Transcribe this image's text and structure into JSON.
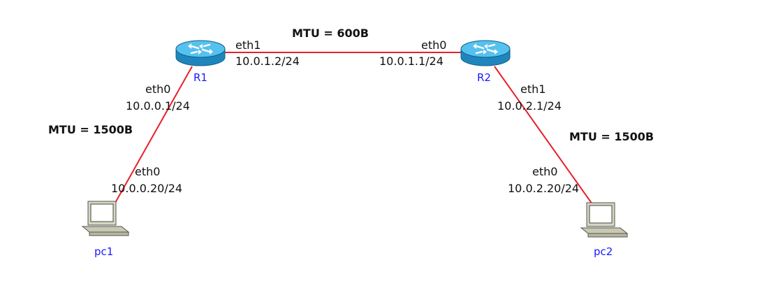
{
  "colors": {
    "link": "#e8202a",
    "router_fill": "#2a9bd6",
    "router_top": "#56c1ee",
    "node_label": "#1a1aff",
    "pc_body": "#d6d6c2"
  },
  "nodes": {
    "r1": {
      "name": "R1",
      "icon": "router-icon"
    },
    "r2": {
      "name": "R2",
      "icon": "router-icon"
    },
    "pc1": {
      "name": "pc1",
      "icon": "pc-icon"
    },
    "pc2": {
      "name": "pc2",
      "icon": "pc-icon"
    }
  },
  "links": {
    "r1_r2": {
      "mtu": "MTU = 600B",
      "r1_if": "eth1",
      "r1_ip": "10.0.1.2/24",
      "r2_if": "eth0",
      "r2_ip": "10.0.1.1/24"
    },
    "r1_pc1": {
      "mtu": "MTU = 1500B",
      "r1_if": "eth0",
      "r1_ip": "10.0.0.1/24",
      "pc1_if": "eth0",
      "pc1_ip": "10.0.0.20/24"
    },
    "r2_pc2": {
      "mtu": "MTU = 1500B",
      "r2_if": "eth1",
      "r2_ip": "10.0.2.1/24",
      "pc2_if": "eth0",
      "pc2_ip": "10.0.2.20/24"
    }
  }
}
